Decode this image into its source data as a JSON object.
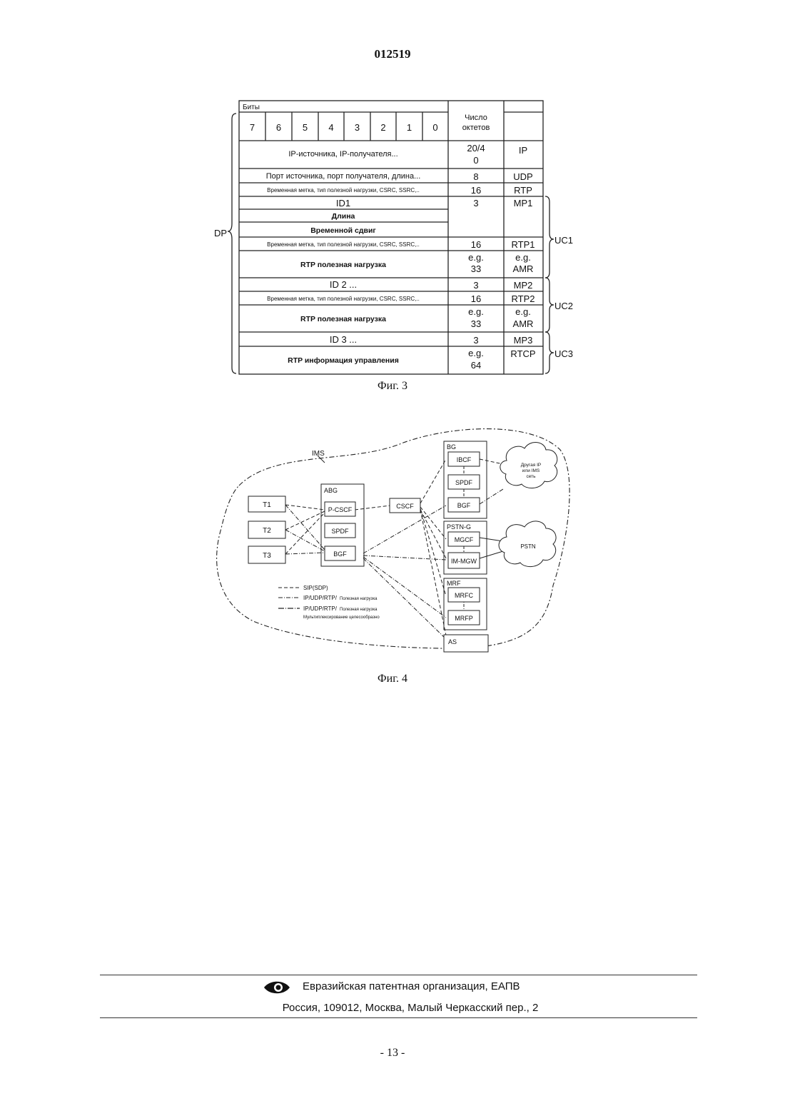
{
  "header": {
    "document_number": "012519"
  },
  "figure3": {
    "caption": "Фиг. 3",
    "bits_label": "Биты",
    "bit_numbers": [
      "7",
      "6",
      "5",
      "4",
      "3",
      "2",
      "1",
      "0"
    ],
    "octets_header": [
      "Число",
      "октетов"
    ],
    "rows": [
      {
        "desc": "IP-источника, IP-получателя...",
        "octets": [
          "20/4",
          "0"
        ],
        "proto": [
          "IP"
        ]
      },
      {
        "desc": "Порт источника, порт получателя, длина...",
        "octets": [
          "8"
        ],
        "proto": [
          "UDP"
        ]
      },
      {
        "desc": "Временная метка, тип полезной нагрузки, CSRC, SSRC,..",
        "octets": [
          "16"
        ],
        "proto": [
          "RTP"
        ]
      },
      {
        "desc": "ID1",
        "octets": [
          "3"
        ],
        "proto": [
          "MP1"
        ]
      },
      {
        "desc": "Длина",
        "octets": [],
        "proto": []
      },
      {
        "desc": "Временной сдвиг",
        "octets": [],
        "proto": []
      },
      {
        "desc": "Временная метка, тип полезной нагрузки, CSRC, SSRC,..",
        "octets": [
          "16"
        ],
        "proto": [
          "RTP1"
        ]
      },
      {
        "desc": "RTP полезная нагрузка",
        "octets": [
          "e.g.",
          "33"
        ],
        "proto": [
          "e.g.",
          "AMR"
        ]
      },
      {
        "desc": "ID 2 ...",
        "octets": [
          "3"
        ],
        "proto": [
          "MP2"
        ]
      },
      {
        "desc": "Временная метка, тип полезной нагрузки, CSRC, SSRC,..",
        "octets": [
          "16"
        ],
        "proto": [
          "RTP2"
        ]
      },
      {
        "desc": "RTP полезная нагрузка",
        "octets": [
          "e.g.",
          "33"
        ],
        "proto": [
          "e.g.",
          "AMR"
        ]
      },
      {
        "desc": "ID 3 ...",
        "octets": [
          "3"
        ],
        "proto": [
          "MP3"
        ]
      },
      {
        "desc": "RTP информация управления",
        "octets": [
          "e.g.",
          "64"
        ],
        "proto": [
          "RTCP"
        ]
      }
    ],
    "brace_labels": {
      "dp": "DP",
      "uc1": "UC1",
      "uc2": "UC2",
      "uc3": "UC3"
    }
  },
  "figure4": {
    "caption": "Фиг. 4",
    "ims_label": "IMS",
    "terminals": [
      "T1",
      "T2",
      "T3"
    ],
    "abg": {
      "label": "ABG",
      "items": [
        "P-CSCF",
        "SPDF",
        "BGF"
      ]
    },
    "cscf": "CSCF",
    "bg": {
      "label": "BG",
      "items": [
        "IBCF",
        "SPDF",
        "BGF"
      ]
    },
    "pstn_g": {
      "label": "PSTN-G",
      "items": [
        "MGCF",
        "IM-MGW"
      ]
    },
    "mrf": {
      "label": "MRF",
      "items": [
        "MRFC",
        "MRFP"
      ]
    },
    "as": "AS",
    "cloud_other": [
      "Другая IP",
      "или IMS",
      "сеть"
    ],
    "cloud_pstn": "PSTN",
    "legend": [
      {
        "label": "SIP(SDP)",
        "suffix": ""
      },
      {
        "label": "IP/UDP/RTP/",
        "suffix": "Полезная нагрузка"
      },
      {
        "label": "IP/UDP/RTP/",
        "suffix": "Полезная нагрузка"
      }
    ],
    "legend_note": "Мультиплексирование целесообразно"
  },
  "footer": {
    "org": "Евразийская патентная организация, ЕАПВ",
    "address": "Россия, 109012, Москва, Малый Черкасский пер., 2"
  },
  "page_number": "- 13 -"
}
